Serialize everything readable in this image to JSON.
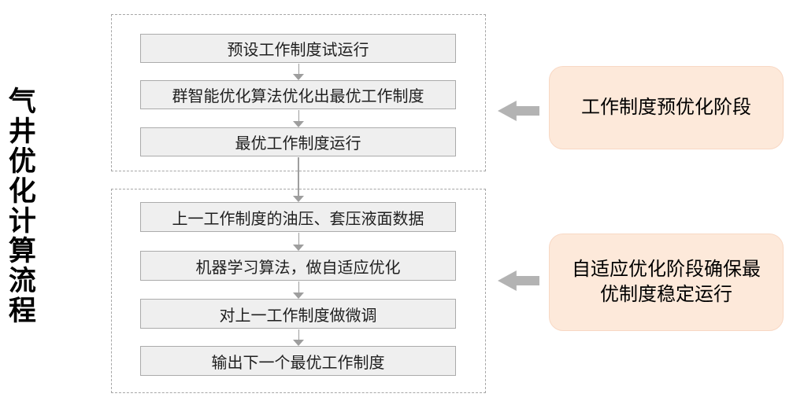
{
  "title": {
    "text": "气井优化计算流程"
  },
  "stages": [
    {
      "name": "pre-optimization",
      "steps": [
        "预设工作制度试运行",
        "群智能优化算法优化出最优工作制度",
        "最优工作制度运行"
      ],
      "callout": "工作制度预优化阶段"
    },
    {
      "name": "adaptive-optimization",
      "steps": [
        "上一工作制度的油压、套压液面数据",
        "机器学习算法，做自适应优化",
        "对上一工作制度做微调",
        "输出下一个最优工作制度"
      ],
      "callout": "自适应优化阶段确保最优制度稳定运行"
    }
  ],
  "colors": {
    "box_fill": "#efefef",
    "box_border": "#ababab",
    "container_border": "#a6a6a6",
    "arrow_gray": "#9e9e9e",
    "block_arrow": "#b3b3b3",
    "callout_fill": "#fde9da",
    "callout_border": "#f8d8c4",
    "text_color": "#1f1f1f"
  }
}
